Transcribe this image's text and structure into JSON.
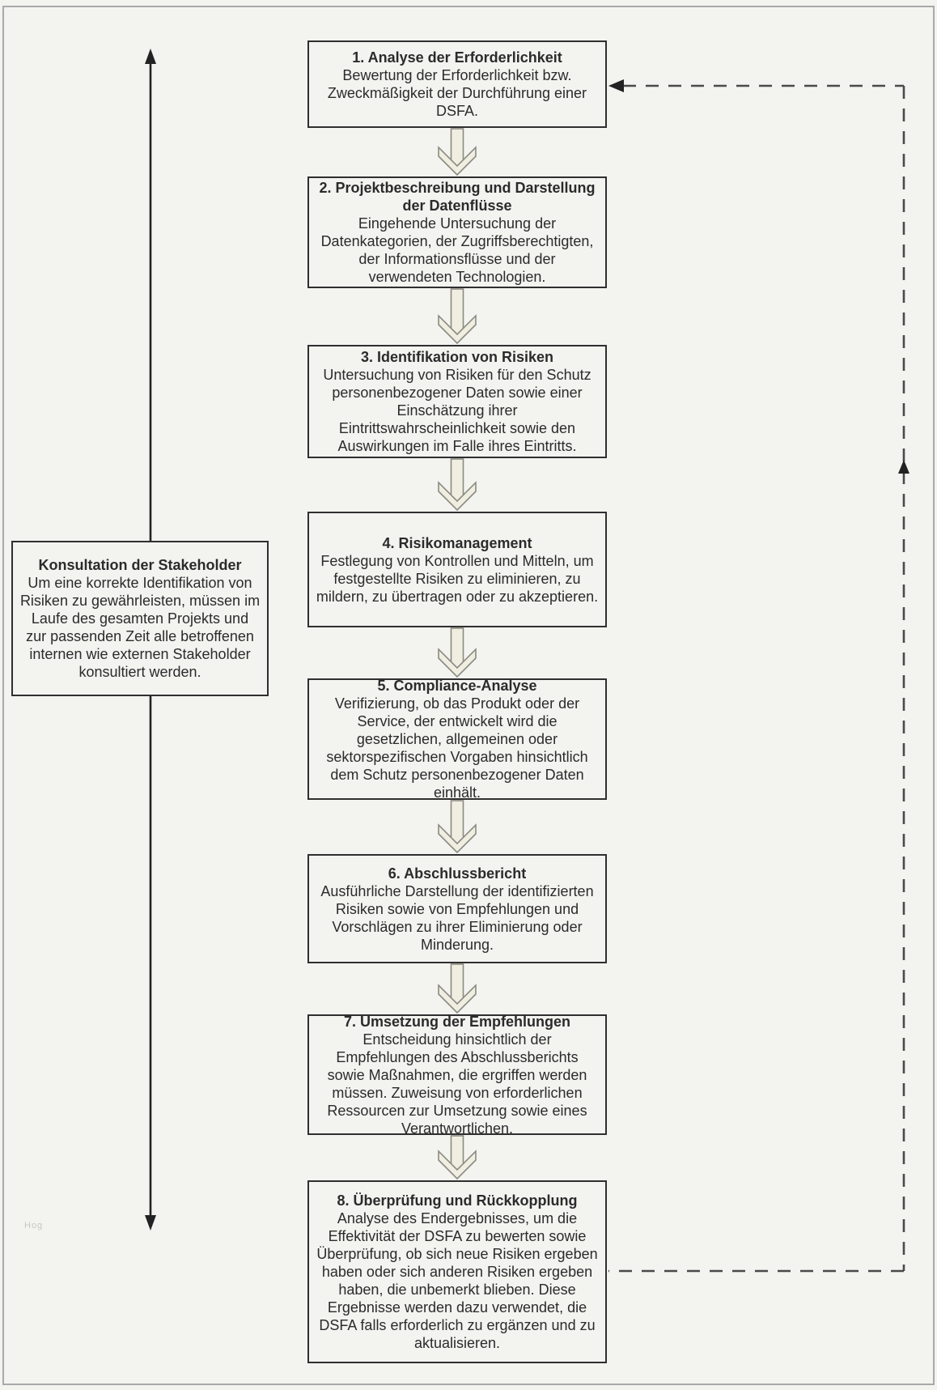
{
  "watermark": "Hog",
  "consultation_box": {
    "title": "Konsultation der Stakeholder",
    "body": "Um eine korrekte Identifikation von Risiken zu gewährleisten, müssen im Laufe des gesamten Projekts und zur passenden Zeit alle betroffenen internen wie externen Stakeholder konsultiert werden."
  },
  "steps": [
    {
      "title": "1. Analyse der Erforderlichkeit",
      "body": "Bewertung der Erforderlichkeit bzw. Zweckmäßigkeit der Durchführung einer DSFA."
    },
    {
      "title": "2. Projektbeschreibung und Darstellung der Datenflüsse",
      "body": "Eingehende Untersuchung der Datenkategorien, der Zugriffsberechtigten, der Informationsflüsse und der verwendeten Technologien."
    },
    {
      "title": "3. Identifikation von Risiken",
      "body": "Untersuchung von Risiken für den Schutz personenbezogener Daten sowie einer Einschätzung ihrer Eintrittswahrscheinlichkeit sowie den Auswirkungen im Falle ihres Eintritts."
    },
    {
      "title": "4. Risikomanagement",
      "body": "Festlegung von Kontrollen und Mitteln, um festgestellte Risiken zu eliminieren, zu mildern, zu übertragen oder zu akzeptieren."
    },
    {
      "title": "5. Compliance-Analyse",
      "body": "Verifizierung, ob das Produkt oder der Service, der entwickelt wird die gesetzlichen, allgemeinen oder sektorspezifischen Vorgaben hinsichtlich dem Schutz personenbezogener Daten einhält."
    },
    {
      "title": "6. Abschlussbericht",
      "body": "Ausführliche Darstellung der identifizierten Risiken sowie von Empfehlungen und Vorschlägen zu ihrer Eliminierung oder Minderung."
    },
    {
      "title": "7. Umsetzung der Empfehlungen",
      "body": "Entscheidung hinsichtlich der Empfehlungen des Abschlussberichts sowie Maßnahmen, die ergriffen werden müssen. Zuweisung von erforderlichen Ressourcen zur Umsetzung sowie eines Verantwortlichen."
    },
    {
      "title": "8. Überprüfung und Rückkopplung",
      "body": "Analyse des Endergebnisses, um die Effektivität der DSFA zu bewerten sowie Überprüfung, ob sich neue Risiken ergeben haben oder sich anderen Risiken ergeben haben, die unbemerkt blieben. Diese Ergebnisse werden dazu verwendet, die DSFA falls erforderlich zu ergänzen und zu aktualisieren."
    }
  ],
  "colors": {
    "background": "#f3f3f0",
    "frame_border": "#a9a9a9",
    "box_border": "#2f2f2f",
    "box_background": "#f3f3f0",
    "arrow_fill": "#efeee1",
    "arrow_outline": "#8b8b82",
    "dashed_line": "#4a4a4a",
    "solid_line": "#222222",
    "text": "#2b2b2b"
  }
}
